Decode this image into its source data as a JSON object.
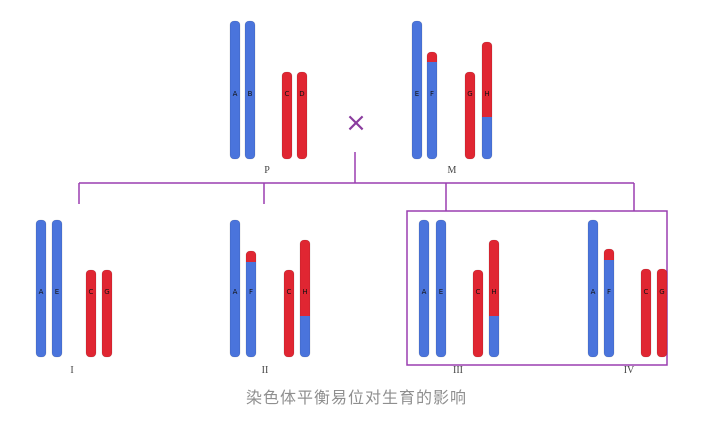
{
  "colors": {
    "blue": "#4a74dc",
    "red": "#e02632",
    "line": "#9a3eb0",
    "cross": "#8a3c9e"
  },
  "cross_symbol": "×",
  "parents": [
    {
      "label": "P",
      "genes": [
        "A",
        "B",
        "C",
        "D"
      ]
    },
    {
      "label": "M",
      "genes": [
        "E",
        "F",
        "G",
        "H"
      ]
    }
  ],
  "offspring": [
    {
      "label": "I",
      "genes": [
        "A",
        "E",
        "C",
        "G"
      ]
    },
    {
      "label": "II",
      "genes": [
        "A",
        "F",
        "C",
        "H"
      ]
    },
    {
      "label": "III",
      "genes": [
        "A",
        "E",
        "C",
        "H"
      ]
    },
    {
      "label": "IV",
      "genes": [
        "A",
        "F",
        "C",
        "G"
      ]
    }
  ],
  "caption": "染色体平衡易位对生育的影响"
}
